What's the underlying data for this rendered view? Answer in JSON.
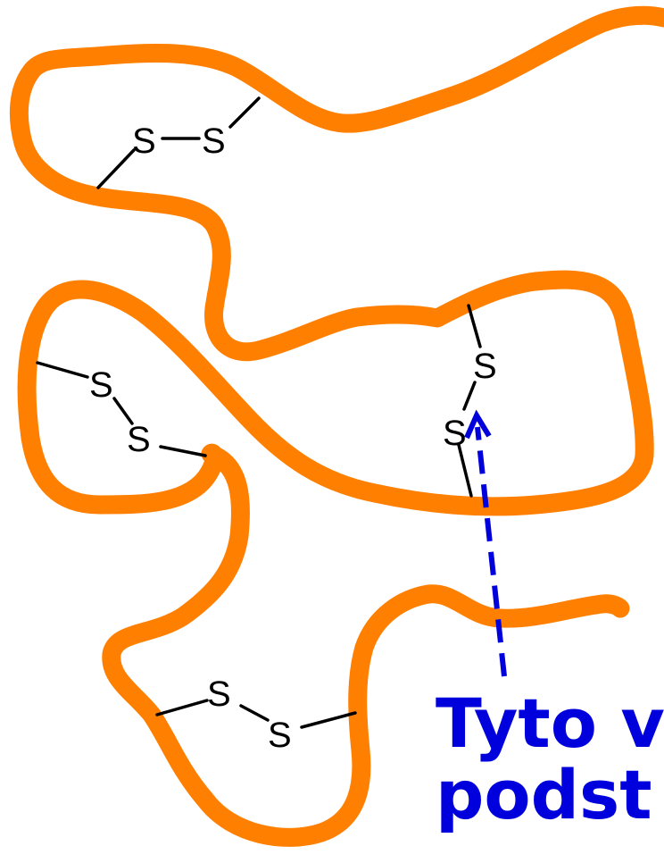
{
  "colors": {
    "chain": "#ff7f00",
    "bond": "#000000",
    "arrow": "#0000dd",
    "caption": "#0000dd",
    "background": "#ffffff"
  },
  "atoms": {
    "top": [
      "S",
      "S"
    ],
    "left": [
      "S",
      "S"
    ],
    "right": [
      "S",
      "S"
    ],
    "bottom": [
      "S",
      "S"
    ]
  },
  "caption": {
    "line1": "Tyto v",
    "line2": "podst"
  }
}
